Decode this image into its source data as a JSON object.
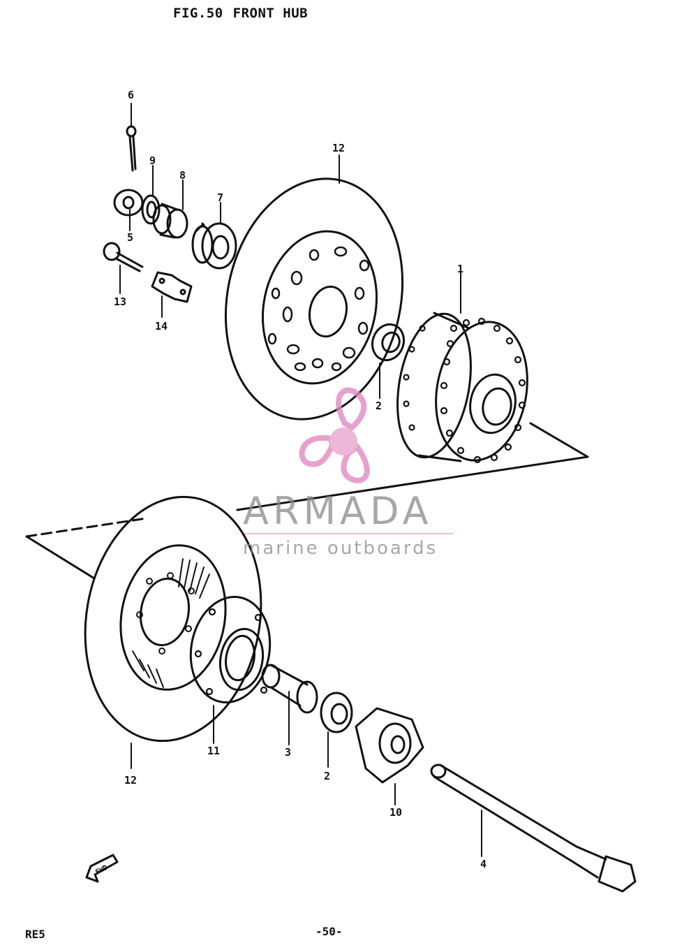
{
  "figure": {
    "number": "FIG.50",
    "title": "FRONT HUB"
  },
  "callouts": {
    "c1": "1",
    "c2a": "2",
    "c2b": "2",
    "c3": "3",
    "c4": "4",
    "c5": "5",
    "c6": "6",
    "c7": "7",
    "c8": "8",
    "c9": "9",
    "c10": "10",
    "c11": "11",
    "c12a": "12",
    "c12b": "12",
    "c13": "13",
    "c14": "14"
  },
  "direction_marker": "FWD",
  "footer": {
    "model": "RE5",
    "page": "-50-"
  },
  "watermark": {
    "name": "ARMADA",
    "tagline": "marine outboards",
    "colors": {
      "text": "#8a8a8a",
      "accent": "#e28ac0",
      "hub": "#e9a6cf"
    }
  }
}
